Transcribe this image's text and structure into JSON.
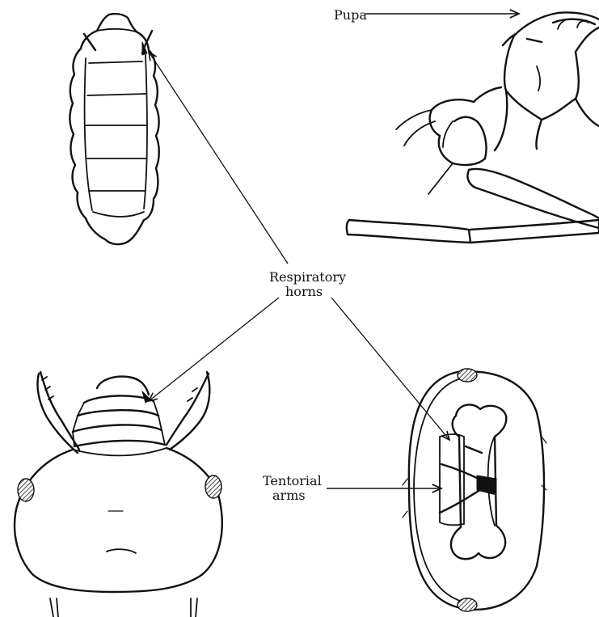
{
  "labels": {
    "pupa": "Pupa",
    "respiratory_line1": "Respiratory",
    "respiratory_line2": "horns",
    "tentorial_line1": "Tentorial",
    "tentorial_line2": "arms"
  },
  "colors": {
    "ink": "#111111",
    "background": "#ffffff",
    "spot_hatch": "#444444"
  }
}
